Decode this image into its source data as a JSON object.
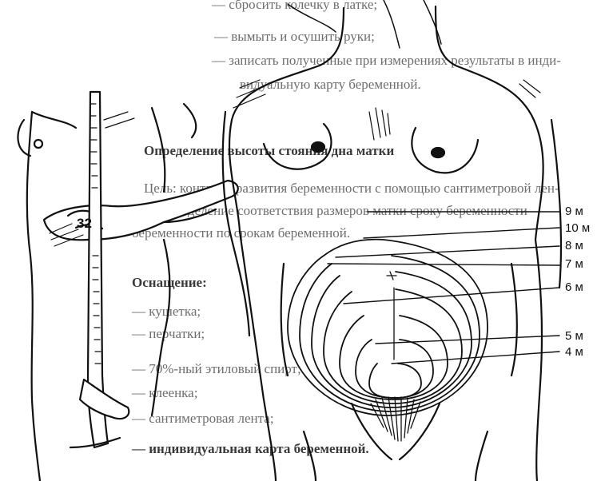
{
  "background_text": {
    "lines": [
      {
        "text": "— сбросить колечку в латке;",
        "bold": false
      },
      {
        "text": "— вымыть и осушить руки;",
        "bold": false
      },
      {
        "text": "— записать полученные при измерениях результаты в инди-",
        "bold": false
      },
      {
        "text": "видуальную карту беременной.",
        "bold": false
      },
      {
        "text": "Определение высоты стояния дна матки",
        "bold": true
      },
      {
        "text": "Цель: контроль развития беременности с помощью сантиметровой лен-",
        "bold": false
      },
      {
        "text": "ты и определение соответствия размеров матки сроку беременности",
        "bold": false
      },
      {
        "text": "беременности по срокам беременной.",
        "bold": false
      },
      {
        "text": "Оснащение:",
        "bold": true
      },
      {
        "text": "— кушетка;",
        "bold": false
      },
      {
        "text": "— перчатки;",
        "bold": false
      },
      {
        "text": "— 70%-ный этиловый спирт;",
        "bold": false
      },
      {
        "text": "— клеенка;",
        "bold": false
      },
      {
        "text": "— сантиметровая лента;",
        "bold": false
      },
      {
        "text": "— индивидуальная карта беременной.",
        "bold": true
      }
    ]
  },
  "figure_left": {
    "tape_number": "32"
  },
  "figure_right": {
    "month_labels": [
      "9 м",
      "10 м",
      "8 м",
      "7 м",
      "6 м",
      "5 м",
      "4 м"
    ]
  }
}
